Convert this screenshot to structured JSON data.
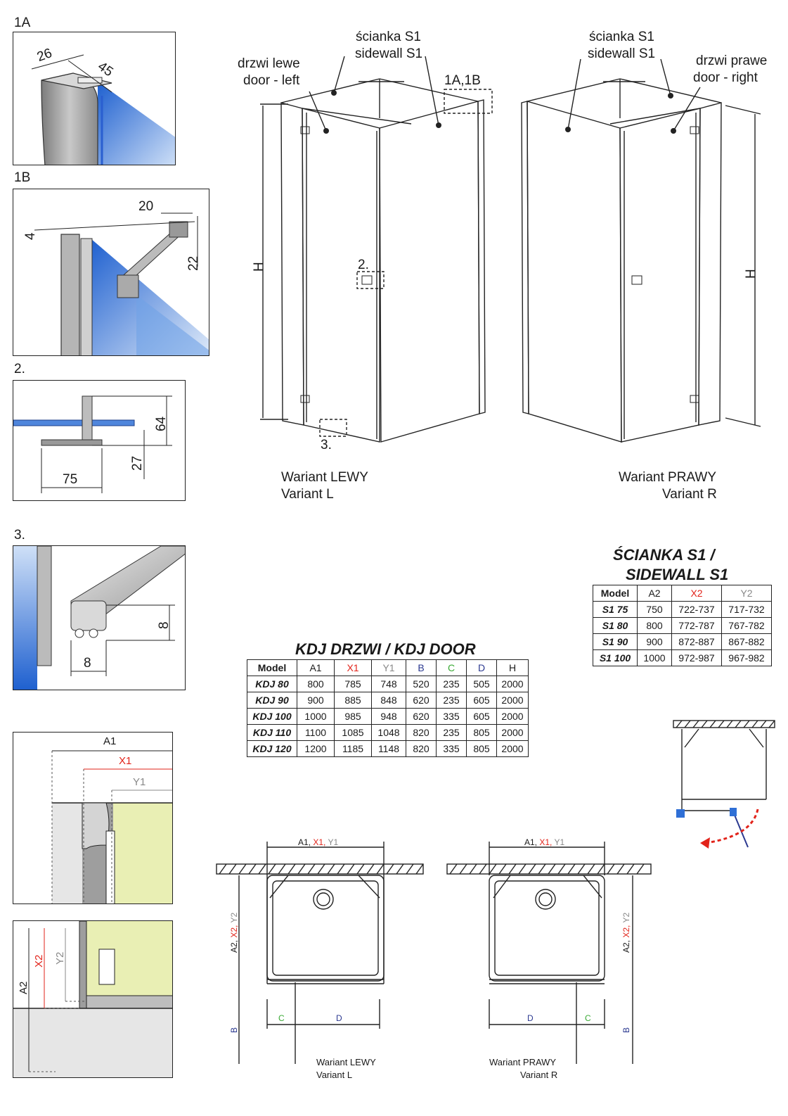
{
  "detail_labels": {
    "d1a": "1A",
    "d1b": "1B",
    "d2": "2.",
    "d3": "3."
  },
  "detail_1a": {
    "dim_a": "26",
    "dim_b": "45"
  },
  "detail_1b": {
    "dim_a": "20",
    "dim_b": "4",
    "dim_c": "22"
  },
  "detail_2": {
    "dim_a": "64",
    "dim_b": "27",
    "dim_c": "75"
  },
  "detail_3": {
    "dim_a": "8",
    "dim_b": "8"
  },
  "left_view": {
    "sidewall_pl": "ścianka S1",
    "sidewall_en": "sidewall S1",
    "door_pl": "drzwi lewe",
    "door_en": "door - left",
    "callout_1a1b": "1A,1B",
    "callout_2": "2.",
    "callout_3": "3.",
    "height": "H",
    "variant_pl": "Wariant LEWY",
    "variant_en": "Variant L"
  },
  "right_view": {
    "sidewall_pl": "ścianka S1",
    "sidewall_en": "sidewall S1",
    "door_pl": "drzwi prawe",
    "door_en": "door - right",
    "height": "H",
    "variant_pl": "Wariant PRAWY",
    "variant_en": "Variant R"
  },
  "sidewall_table": {
    "title_line1": "ŚCIANKA S1 /",
    "title_line2": "SIDEWALL S1",
    "headers": [
      "Model",
      "A2",
      "X2",
      "Y2"
    ],
    "rows": [
      [
        "S1 75",
        "750",
        "722-737",
        "717-732"
      ],
      [
        "S1 80",
        "800",
        "772-787",
        "767-782"
      ],
      [
        "S1 90",
        "900",
        "872-887",
        "867-882"
      ],
      [
        "S1 100",
        "1000",
        "972-987",
        "967-982"
      ]
    ]
  },
  "door_table": {
    "title": "KDJ DRZWI / KDJ DOOR",
    "headers": [
      "Model",
      "A1",
      "X1",
      "Y1",
      "B",
      "C",
      "D",
      "H"
    ],
    "rows": [
      [
        "KDJ 80",
        "800",
        "785",
        "748",
        "520",
        "235",
        "505",
        "2000"
      ],
      [
        "KDJ 90",
        "900",
        "885",
        "848",
        "620",
        "235",
        "605",
        "2000"
      ],
      [
        "KDJ 100",
        "1000",
        "985",
        "948",
        "620",
        "335",
        "605",
        "2000"
      ],
      [
        "KDJ 110",
        "1100",
        "1085",
        "1048",
        "820",
        "235",
        "805",
        "2000"
      ],
      [
        "KDJ 120",
        "1200",
        "1185",
        "1148",
        "820",
        "335",
        "805",
        "2000"
      ]
    ]
  },
  "detail_a1": {
    "a1": "A1",
    "x1": "X1",
    "y1": "Y1"
  },
  "detail_a2": {
    "a2": "A2",
    "x2": "X2",
    "y2": "Y2"
  },
  "plan_left": {
    "a1": "A1,",
    "x1": "X1,",
    "y1": "Y1",
    "a2": "A2,",
    "x2": "X2,",
    "y2": "Y2",
    "b": "B",
    "c": "C",
    "d": "D",
    "variant_pl": "Wariant LEWY",
    "variant_en": "Variant L"
  },
  "plan_right": {
    "a1": "A1,",
    "x1": "X1,",
    "y1": "Y1",
    "a2": "A2,",
    "x2": "X2,",
    "y2": "Y2",
    "b": "B",
    "c": "C",
    "d": "D",
    "variant_pl": "Wariant PRAWY",
    "variant_en": "Variant R"
  },
  "colors": {
    "red": "#e2231a",
    "gray": "#888888",
    "blue": "#2b3990",
    "green": "#3aaa35",
    "glass": "#2f6fd6",
    "beige": "#e9efb4"
  }
}
